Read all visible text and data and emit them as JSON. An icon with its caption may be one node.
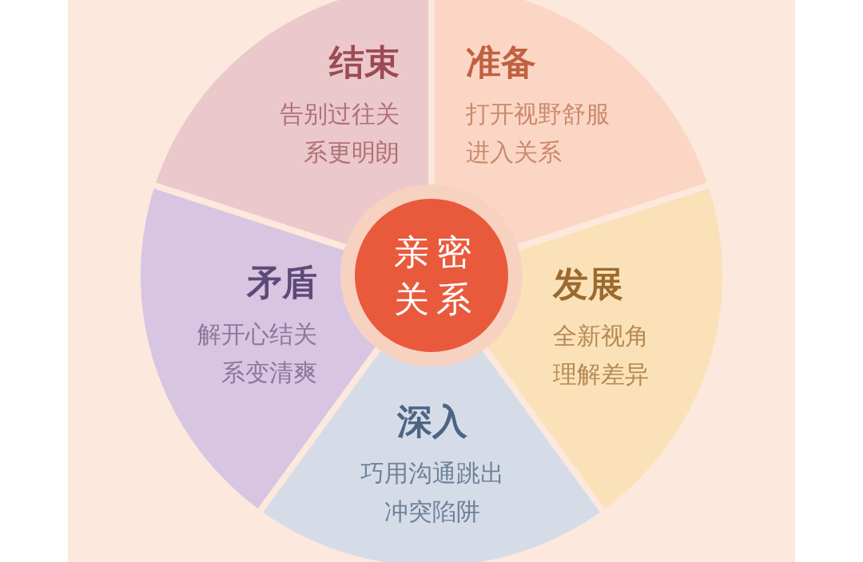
{
  "diagram": {
    "nodes": [
      {
        "text": [
          "结束",
          "告别过往关系更明朗"
        ]
      },
      {
        "text": [
          "准备",
          "打开视野舒服进入关系"
        ]
      },
      {
        "text": [
          "亲密关系"
        ]
      },
      {
        "text": [
          "矛盾",
          "解开心结关系变清爽"
        ]
      },
      {
        "text": [
          "发展",
          "全新视角理解差异"
        ]
      },
      {
        "text": [
          "深入",
          "巧用沟通跳出冲突陷阱"
        ]
      }
    ],
    "edges": []
  }
}
